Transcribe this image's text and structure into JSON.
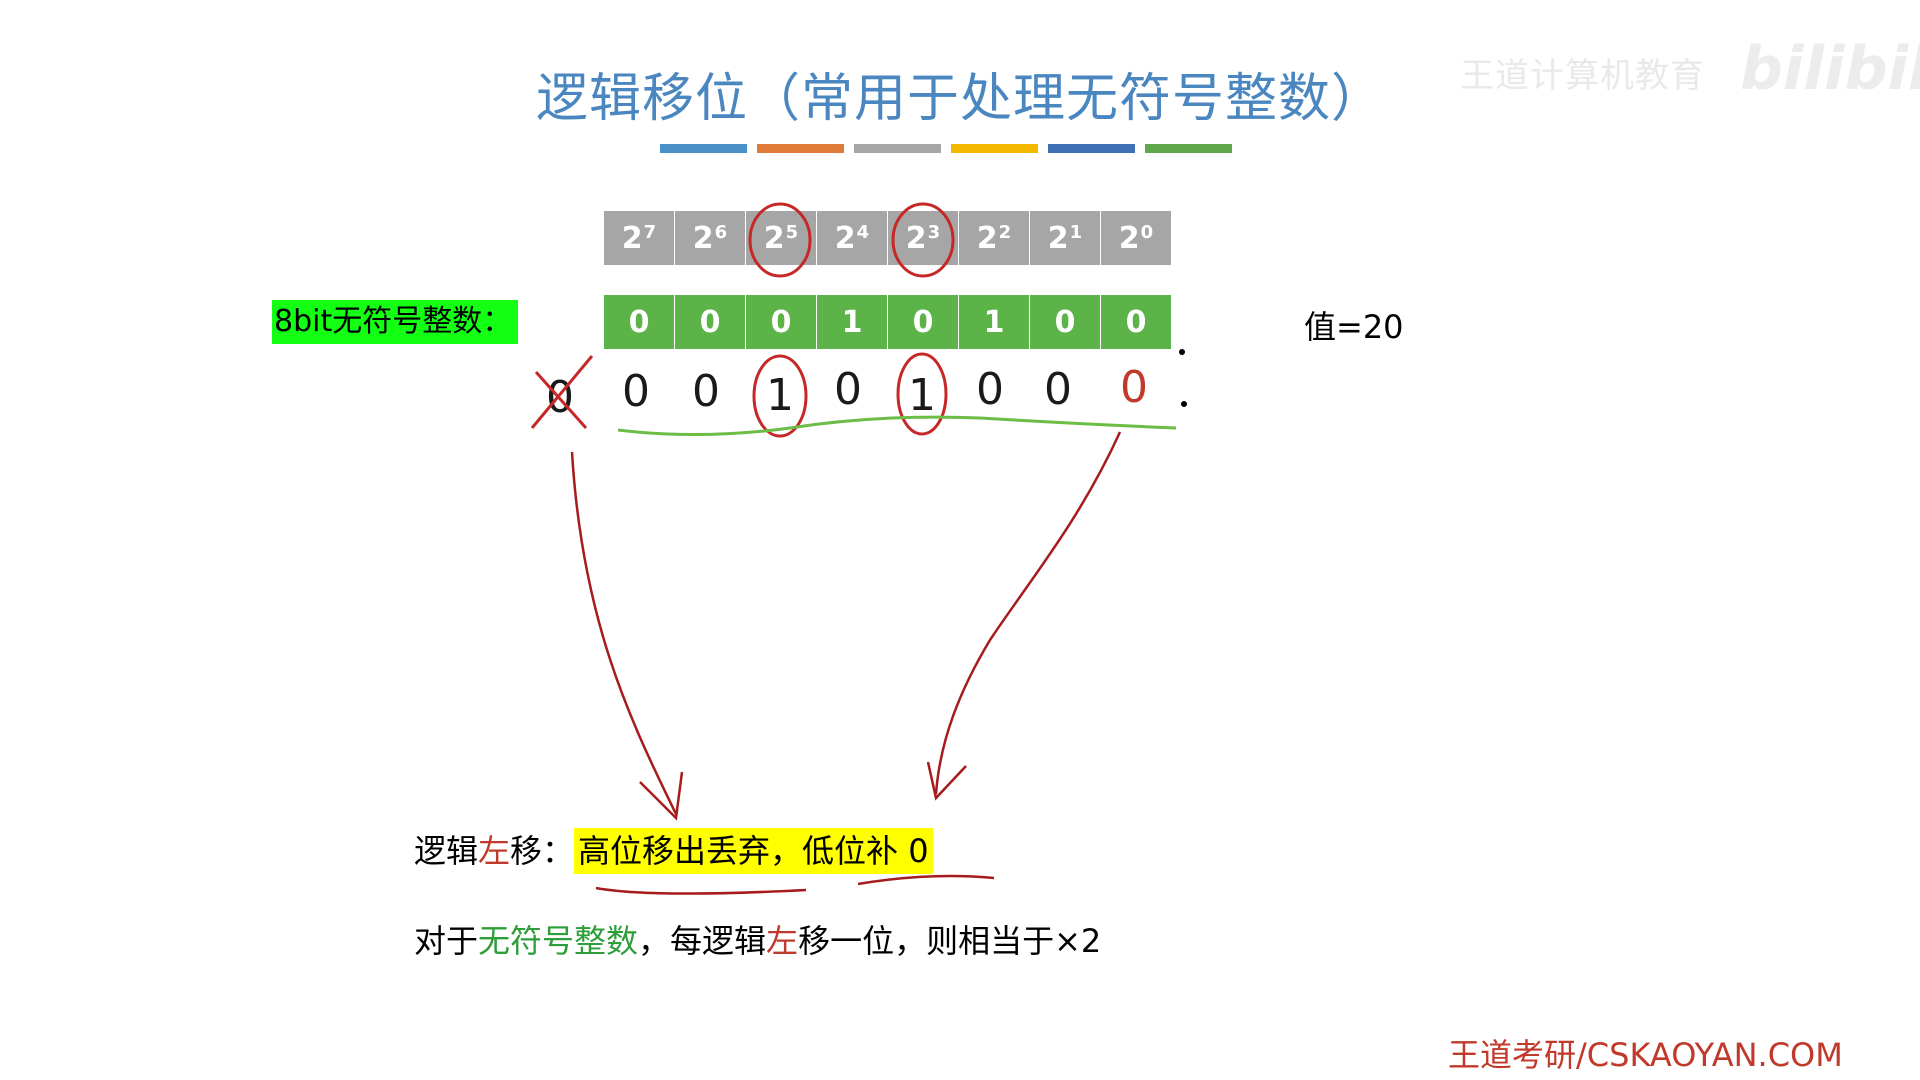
{
  "title": "逻辑移位（常用于处理无符号整数）",
  "watermark": {
    "text": "王道计算机教育",
    "logo": "bilibili"
  },
  "accent_colors": [
    "#4a90c8",
    "#e07b39",
    "#a6a6a6",
    "#f5b800",
    "#3f6fb5",
    "#5fa74a"
  ],
  "weights": [
    {
      "base": "2",
      "exp": "7"
    },
    {
      "base": "2",
      "exp": "6"
    },
    {
      "base": "2",
      "exp": "5"
    },
    {
      "base": "2",
      "exp": "4"
    },
    {
      "base": "2",
      "exp": "3"
    },
    {
      "base": "2",
      "exp": "2"
    },
    {
      "base": "2",
      "exp": "1"
    },
    {
      "base": "2",
      "exp": "0"
    }
  ],
  "unsigned_label": "8bit无符号整数：",
  "bits": [
    "0",
    "0",
    "0",
    "1",
    "0",
    "1",
    "0",
    "0"
  ],
  "value_label": "值=20",
  "handwritten_shifted_bits": [
    "0",
    "0",
    "0",
    "1",
    "0",
    "1",
    "0",
    "0",
    "0"
  ],
  "logical_left_shift": {
    "prefix": "逻辑",
    "keyword": "左",
    "suffix": "移：",
    "highlight": "高位移出丢弃，低位补 0"
  },
  "description": {
    "part1": "对于",
    "part2": "无符号整数",
    "part3": "，每逻辑",
    "part4": "左",
    "part5": "移一位，则相当于×2"
  },
  "footer": "王道考研/CSKAOYAN.COM"
}
